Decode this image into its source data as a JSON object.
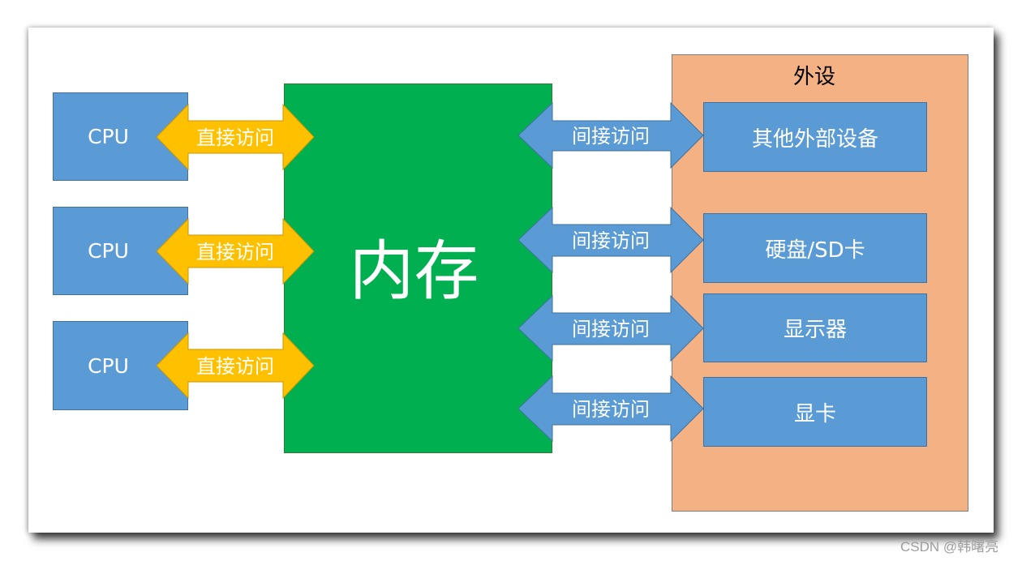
{
  "memory": {
    "label": "内存"
  },
  "cpus": [
    {
      "label": "CPU",
      "link": "直接访问"
    },
    {
      "label": "CPU",
      "link": "直接访问"
    },
    {
      "label": "CPU",
      "link": "直接访问"
    }
  ],
  "peripherals": {
    "title": "外设",
    "devices": [
      {
        "label": "其他外部设备",
        "link": "间接访问"
      },
      {
        "label": "硬盘/SD卡",
        "link": "间接访问"
      },
      {
        "label": "显示器",
        "link": "间接访问"
      },
      {
        "label": "显卡",
        "link": "间接访问"
      }
    ]
  },
  "watermark": "CSDN @韩曙亮",
  "colors": {
    "cpu": "#5b9bd5",
    "memory": "#00b050",
    "peripheral_panel": "#f4b183",
    "direct_arrow": "#ffc000",
    "indirect_arrow": "#5b9bd5"
  }
}
